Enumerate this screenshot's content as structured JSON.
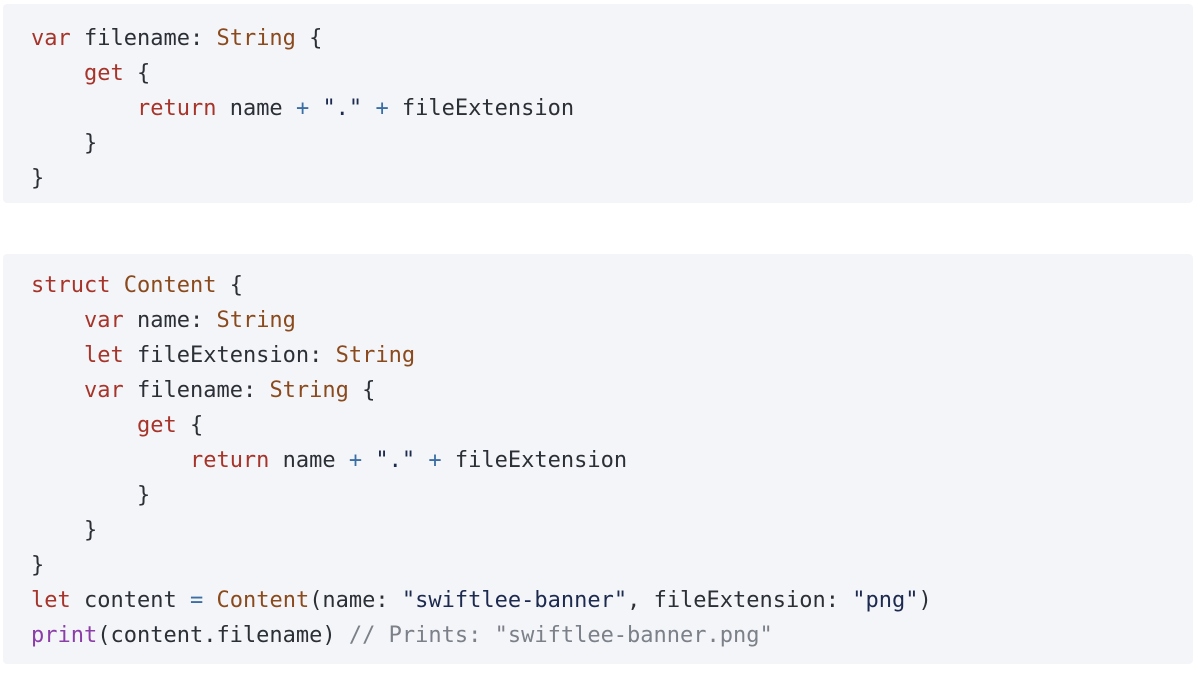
{
  "snippets": [
    {
      "lines": [
        [
          [
            "kw",
            "var"
          ],
          [
            "pl",
            " filename: "
          ],
          [
            "ty",
            "String"
          ],
          [
            "pl",
            " {"
          ]
        ],
        [
          [
            "pl",
            "    "
          ],
          [
            "kw",
            "get"
          ],
          [
            "pl",
            " {"
          ]
        ],
        [
          [
            "pl",
            "        "
          ],
          [
            "kw",
            "return"
          ],
          [
            "pl",
            " name "
          ],
          [
            "op",
            "+"
          ],
          [
            "pl",
            " "
          ],
          [
            "st",
            "\".\""
          ],
          [
            "pl",
            " "
          ],
          [
            "op",
            "+"
          ],
          [
            "pl",
            " fileExtension"
          ]
        ],
        [
          [
            "pl",
            "    }"
          ]
        ],
        [
          [
            "pl",
            "}"
          ]
        ]
      ]
    },
    {
      "lines": [
        [
          [
            "kw",
            "struct"
          ],
          [
            "pl",
            " "
          ],
          [
            "ty",
            "Content"
          ],
          [
            "pl",
            " {"
          ]
        ],
        [
          [
            "pl",
            "    "
          ],
          [
            "kw",
            "var"
          ],
          [
            "pl",
            " name: "
          ],
          [
            "ty",
            "String"
          ]
        ],
        [
          [
            "pl",
            "    "
          ],
          [
            "kw",
            "let"
          ],
          [
            "pl",
            " fileExtension: "
          ],
          [
            "ty",
            "String"
          ]
        ],
        [
          [
            "pl",
            "    "
          ],
          [
            "kw",
            "var"
          ],
          [
            "pl",
            " filename: "
          ],
          [
            "ty",
            "String"
          ],
          [
            "pl",
            " {"
          ]
        ],
        [
          [
            "pl",
            "        "
          ],
          [
            "kw",
            "get"
          ],
          [
            "pl",
            " {"
          ]
        ],
        [
          [
            "pl",
            "            "
          ],
          [
            "kw",
            "return"
          ],
          [
            "pl",
            " name "
          ],
          [
            "op",
            "+"
          ],
          [
            "pl",
            " "
          ],
          [
            "st",
            "\".\""
          ],
          [
            "pl",
            " "
          ],
          [
            "op",
            "+"
          ],
          [
            "pl",
            " fileExtension"
          ]
        ],
        [
          [
            "pl",
            "        }"
          ]
        ],
        [
          [
            "pl",
            "    }"
          ]
        ],
        [
          [
            "pl",
            "}"
          ]
        ],
        [
          [
            "kw",
            "let"
          ],
          [
            "pl",
            " content "
          ],
          [
            "op",
            "="
          ],
          [
            "pl",
            " "
          ],
          [
            "ty",
            "Content"
          ],
          [
            "pl",
            "(name: "
          ],
          [
            "st",
            "\"swiftlee-banner\""
          ],
          [
            "pl",
            ", fileExtension: "
          ],
          [
            "st",
            "\"png\""
          ],
          [
            "pl",
            ")"
          ]
        ],
        [
          [
            "fn",
            "print"
          ],
          [
            "pl",
            "(content.filename) "
          ],
          [
            "cm",
            "// Prints: \"swiftlee-banner.png\""
          ]
        ]
      ]
    }
  ],
  "colors": {
    "background": "#f4f5f8",
    "keyword": "#a7342a",
    "type": "#8a4a1d",
    "operator": "#3b6ea5",
    "string": "#1d2a4f",
    "function": "#8b3ea8",
    "comment": "#7b8089",
    "plain": "#2b2f36"
  }
}
